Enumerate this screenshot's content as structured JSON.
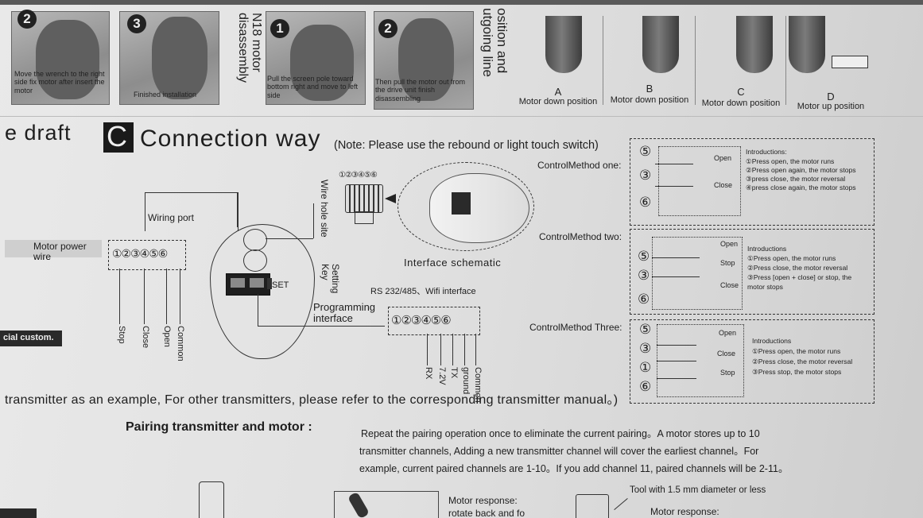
{
  "top_steps": [
    {
      "num": "2",
      "caption": "Move the wrench to the right side fix motor after insert the motor"
    },
    {
      "num": "3",
      "caption": "Finished installation"
    }
  ],
  "disassembly_title": "N18 motor disassembly",
  "disassembly_steps": [
    {
      "num": "1",
      "caption": "Pull the screen pole toward bottom right and move to left side"
    },
    {
      "num": "2",
      "caption": "Then pull the motor out from the drive unit finish disassembling"
    }
  ],
  "position_title": "osition and utgoing line",
  "positions": [
    {
      "letter": "A",
      "label": "Motor down position"
    },
    {
      "letter": "B",
      "label": "Motor down position"
    },
    {
      "letter": "C",
      "label": "Motor down position"
    },
    {
      "letter": "D",
      "label": "Motor up position"
    }
  ],
  "left_header": "e draft",
  "section_letter": "C",
  "section_title": "Connection way",
  "section_note": "(Note: Please use the rebound or light touch switch)",
  "wiring": {
    "motor_power_wire": "Motor power wire",
    "wiring_port": "Wiring port",
    "port_numbers": "①②③④⑤⑥",
    "wire_labels": [
      "Stop",
      "Close",
      "Open",
      "Common"
    ],
    "wire_hole_site": "Wire hole site",
    "setting_key": "Setting Key",
    "set_label": "SET",
    "programming_interface": "Programming interface",
    "interface_schematic": "Interface schematic",
    "rs_label": "RS 232/485、Wifi interface",
    "prog_numbers": "①②③④⑤⑥",
    "prog_labels": [
      "RX",
      "7.2V",
      "TX",
      "ground",
      "Common"
    ],
    "connector_numbers": "①②③④⑤⑥",
    "side_label": "cial custom."
  },
  "methods": [
    {
      "label": "ControlMethod one:",
      "pins": [
        "⑤",
        "③",
        "⑥"
      ],
      "switches": [
        "Open",
        "Close"
      ],
      "intro_title": "Introductions:",
      "intro_lines": [
        "①Press open, the motor runs",
        "②Press open again, the motor stops",
        "③press close, the motor reversal",
        "④press close again, the motor stops"
      ]
    },
    {
      "label": "ControlMethod two:",
      "pins": [
        "⑤",
        "③",
        "⑥"
      ],
      "switches": [
        "Open",
        "Stop",
        "Close"
      ],
      "intro_title": "Introductions",
      "intro_lines": [
        "①Press open, the motor runs",
        "②Press close, the motor reversal",
        "③Press [open + close] or stop, the",
        "motor stops"
      ]
    },
    {
      "label": "ControlMethod Three:",
      "pins": [
        "⑤",
        "③",
        "①",
        "⑥"
      ],
      "switches": [
        "Open",
        "Close",
        "Stop"
      ],
      "intro_title": "Introductions",
      "intro_lines": [
        "①Press open, the motor runs",
        "②Press close, the motor reversal",
        "③Press stop, the motor stops"
      ]
    }
  ],
  "transmitter_line": "transmitter as an example, For other transmitters, please refer to the corresponding transmitter manual。)",
  "pairing": {
    "title": "Pairing transmitter and motor :",
    "lines": [
      "Repeat the pairing operation once to eliminate the current pairing。A motor stores up to 10",
      "transmitter channels, Adding a new transmitter channel will cover the earliest channel。For",
      "example, current paired channels are 1-10。If you add channel 11, paired channels will be 2-11。"
    ]
  },
  "bottom": {
    "motor_response_1": "Motor response:",
    "rotate_text": "rotate back and fo",
    "tool_text": "Tool with 1.5 mm diameter or less",
    "motor_response_2": "Motor response:"
  }
}
